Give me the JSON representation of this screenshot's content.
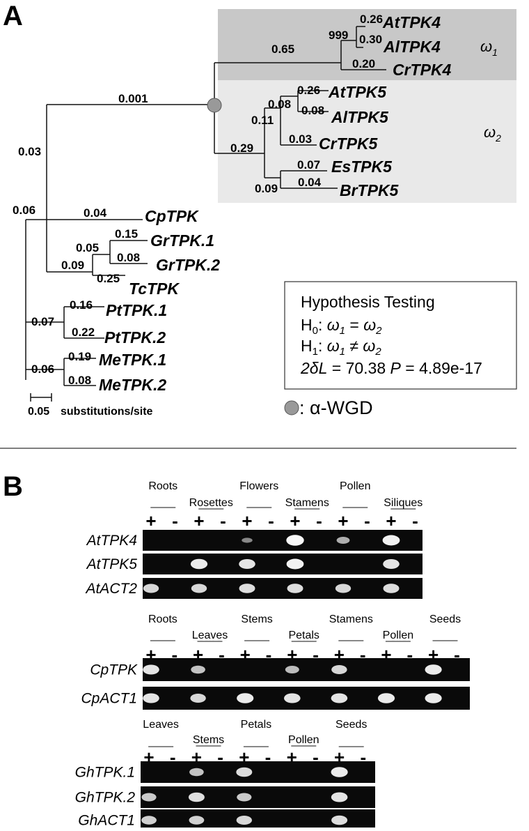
{
  "panel_a": {
    "label": "A",
    "tree": {
      "taxa": {
        "at_tpk4": "AtTPK4",
        "al_tpk4": "AlTPK4",
        "cr_tpk4": "CrTPK4",
        "at_tpk5": "AtTPK5",
        "al_tpk5": "AlTPK5",
        "cr_tpk5": "CrTPK5",
        "es_tpk5": "EsTPK5",
        "br_tpk5": "BrTPK5",
        "cp_tpk": "CpTPK",
        "gr_tpk1": "GrTPK.1",
        "gr_tpk2": "GrTPK.2",
        "tc_tpk": "TcTPK",
        "pt_tpk1": "PtTPK.1",
        "pt_tpk2": "PtTPK.2",
        "me_tpk1": "MeTPK.1",
        "me_tpk2": "MeTPK.2"
      },
      "branch_labels": {
        "at_tpk4": "0.26",
        "bootstrap_tpk4": "999",
        "al_tpk4": "0.30",
        "tpk4_clade": "0.65",
        "cr_tpk4": "0.20",
        "at_tpk5": "0.26",
        "at_al_tpk5": "0.08",
        "al_tpk5": "0.08",
        "core_tpk5": "0.11",
        "cr_tpk5": "0.03",
        "tpk5_clade": "0.29",
        "es_tpk5": "0.07",
        "es_br": "0.09",
        "br_tpk5": "0.04",
        "wgd_branch": "0.001",
        "rosid_a": "0.03",
        "root": "0.06",
        "cp_tpk": "0.04",
        "gr_tpk1": "0.15",
        "gr_group": "0.05",
        "gr_tpk2": "0.08",
        "malv": "0.09",
        "tc_tpk": "0.25",
        "pt_tpk1": "0.16",
        "pt_group": "0.07",
        "pt_tpk2": "0.22",
        "me_tpk1": "0.19",
        "me_group": "0.06",
        "me_tpk2": "0.08"
      },
      "omega1": {
        "sym": "ω",
        "sub": "1"
      },
      "omega2": {
        "sym": "ω",
        "sub": "2"
      },
      "scale_value": "0.05",
      "scale_text": "substitutions/site"
    },
    "hypothesis_box": {
      "title": "Hypothesis Testing",
      "h0_label": "H",
      "h0_sub": "0",
      "h0_colon": ": ",
      "h1_label": "H",
      "h1_sub": "1",
      "h1_colon": ": ",
      "omega": "ω",
      "sub1": "1",
      "sub2": "2",
      "eq": " = ",
      "neq": " ≠ ",
      "stat_label": "2δL",
      "stat_eq": " = 70.38 ",
      "p_label": "P",
      "p_eq": " = 4.89e-17"
    },
    "wgd_legend": {
      "text": ": α-WGD",
      "marker_color": "#999999"
    }
  },
  "panel_b": {
    "label": "B",
    "sections": [
      {
        "tissues_top": [
          "Roots",
          "Flowers",
          "Pollen"
        ],
        "tissues_bottom": [
          "Rosettes",
          "Stamens",
          "Siliques"
        ],
        "lanes": [
          "+",
          "-",
          "+",
          "-",
          "+",
          "-",
          "+",
          "-",
          "+",
          "-",
          "+",
          "-"
        ],
        "genes": [
          "AtTPK4",
          "AtTPK5",
          "AtACT2"
        ],
        "band_intensity": [
          [
            0,
            0,
            0,
            0,
            0.12,
            0,
            0.95,
            0,
            0.4,
            0,
            0.9,
            0
          ],
          [
            0,
            0,
            0.85,
            0,
            0.8,
            0,
            0.9,
            0,
            0,
            0,
            0.8,
            0
          ],
          [
            0.7,
            0,
            0.7,
            0,
            0.75,
            0,
            0.75,
            0,
            0.7,
            0,
            0.75,
            0
          ]
        ]
      },
      {
        "tissues_top": [
          "Roots",
          "Stems",
          "Stamens",
          "Seeds"
        ],
        "tissues_bottom": [
          "Leaves",
          "Petals",
          "Pollen"
        ],
        "lanes": [
          "+",
          "-",
          "+",
          "-",
          "+",
          "-",
          "+",
          "-",
          "+",
          "-",
          "+",
          "-",
          "+",
          "-"
        ],
        "genes": [
          "CpTPK",
          "CpACT1"
        ],
        "band_intensity": [
          [
            0.8,
            0,
            0.55,
            0,
            0,
            0,
            0.5,
            0,
            0.7,
            0,
            0,
            0,
            0.85,
            0
          ],
          [
            0.8,
            0,
            0.7,
            0,
            0.85,
            0,
            0.8,
            0,
            0.8,
            0,
            0.85,
            0,
            0.85,
            0
          ]
        ]
      },
      {
        "tissues_top": [
          "Leaves",
          "Petals",
          "Seeds"
        ],
        "tissues_bottom": [
          "Stems",
          "Pollen"
        ],
        "lanes": [
          "+",
          "-",
          "+",
          "-",
          "+",
          "-",
          "+",
          "-",
          "+",
          "-"
        ],
        "genes": [
          "GhTPK.1",
          "GhTPK.2",
          "GhACT1"
        ],
        "band_intensity": [
          [
            0,
            0,
            0.55,
            0,
            0.75,
            0,
            0,
            0,
            0.85,
            0
          ],
          [
            0.6,
            0,
            0.75,
            0,
            0.6,
            0,
            0,
            0,
            0.8,
            0
          ],
          [
            0.65,
            0,
            0.65,
            0,
            0.7,
            0,
            0,
            0,
            0.75,
            0
          ]
        ]
      }
    ]
  }
}
